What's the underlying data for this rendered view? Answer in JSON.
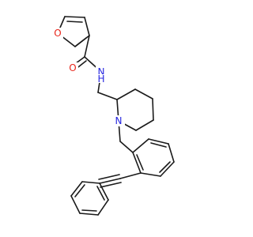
{
  "atoms": {
    "furan_o": {
      "label": "O",
      "color": "#e8251a"
    },
    "amide_o": {
      "label": "O",
      "color": "#e8251a"
    },
    "amide_n": {
      "label": "N",
      "color": "#2424e0"
    },
    "piperidine_n": {
      "label": "N",
      "color": "#2424e0"
    },
    "amide_h": {
      "label": "H",
      "color": "#2424e0"
    }
  }
}
